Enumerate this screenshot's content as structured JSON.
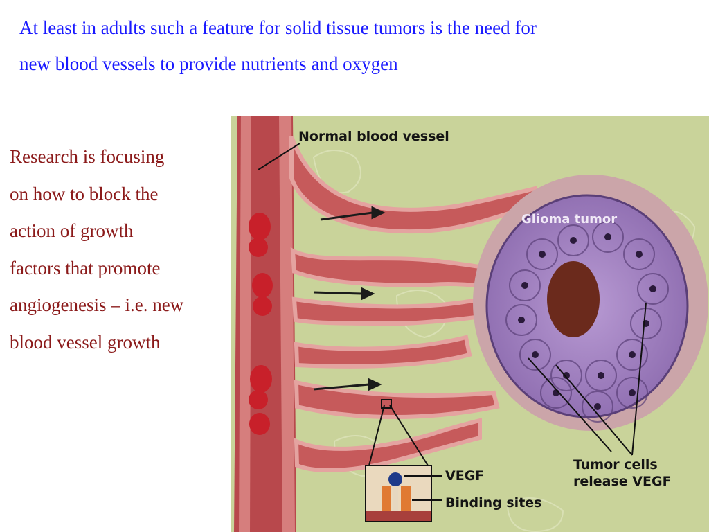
{
  "heading": {
    "line1": "At least in adults such a feature for solid tissue tumors is the need for",
    "line2": "new blood vessels to provide nutrients and oxygen"
  },
  "body": {
    "lines": [
      "Research is focusing",
      "on how to block the",
      "action of growth",
      "factors that promote",
      "angiogenesis – i.e. new",
      "blood vessel growth"
    ]
  },
  "illustration": {
    "labels": {
      "normal_vessel": "Normal blood vessel",
      "glioma": "Glioma tumor",
      "tumor_cells_line1": "Tumor cells",
      "tumor_cells_line2": "release VEGF",
      "vegf": "VEGF",
      "binding_sites": "Binding sites"
    },
    "colors": {
      "background": "#c9d39a",
      "vessel": "#b8484c",
      "tumor": "#a689c2",
      "core": "#6b2a1c"
    }
  }
}
